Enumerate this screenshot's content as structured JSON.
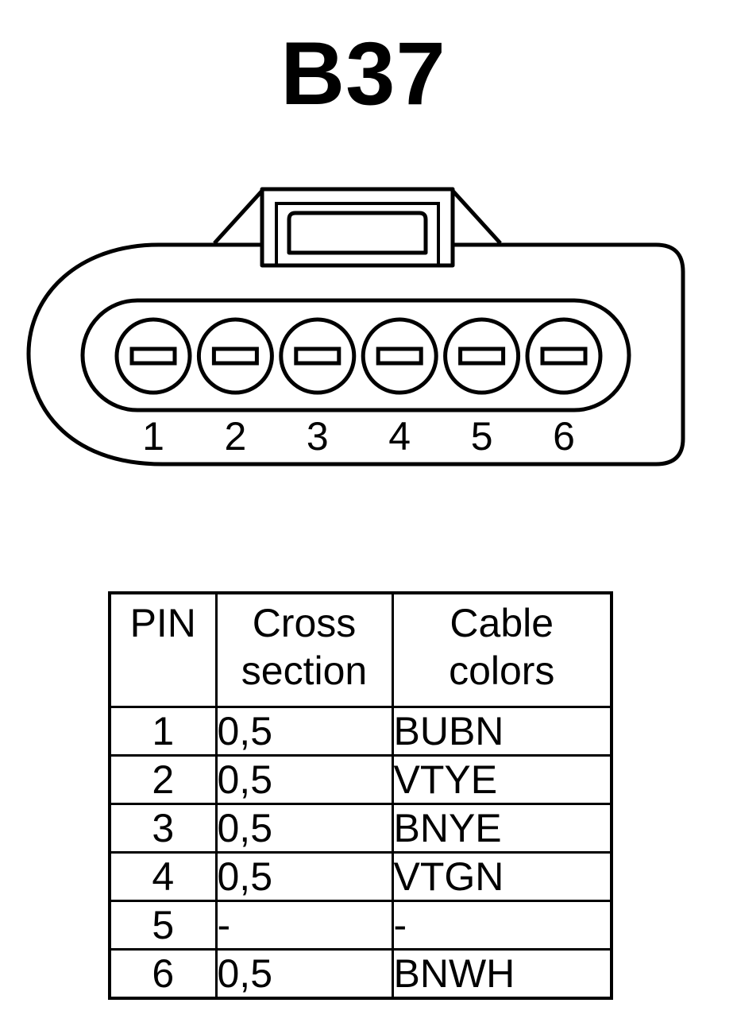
{
  "title": "B37",
  "connector": {
    "pin_numbers": [
      "1",
      "2",
      "3",
      "4",
      "5",
      "6"
    ]
  },
  "table": {
    "headers": {
      "pin": "PIN",
      "cross_line1": "Cross",
      "cross_line2": "section",
      "color_line1": "Cable",
      "color_line2": "colors"
    },
    "rows": [
      {
        "pin": "1",
        "cross": "0,5",
        "color": "BUBN"
      },
      {
        "pin": "2",
        "cross": "0,5",
        "color": "VTYE"
      },
      {
        "pin": "3",
        "cross": "0,5",
        "color": "BNYE"
      },
      {
        "pin": "4",
        "cross": "0,5",
        "color": "VTGN"
      },
      {
        "pin": "5",
        "cross": "-",
        "color": "-"
      },
      {
        "pin": "6",
        "cross": "0,5",
        "color": "BNWH"
      }
    ]
  }
}
